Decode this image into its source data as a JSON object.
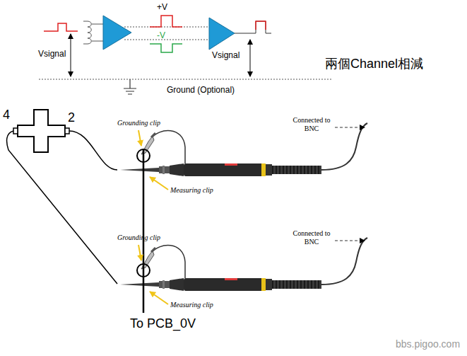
{
  "diagram": {
    "labels": [
      "+V",
      "-V",
      "Vsignal",
      "Vsignal",
      "Ground (Optional)",
      "兩個Channel相減",
      "4",
      "2",
      "Grounding clip",
      "Measuring clip",
      "Connected to BNC",
      "Grounding clip",
      "Measuring clip",
      "Connected to BNC",
      "To PCB_0V",
      "bbs.pigoo.com"
    ]
  }
}
